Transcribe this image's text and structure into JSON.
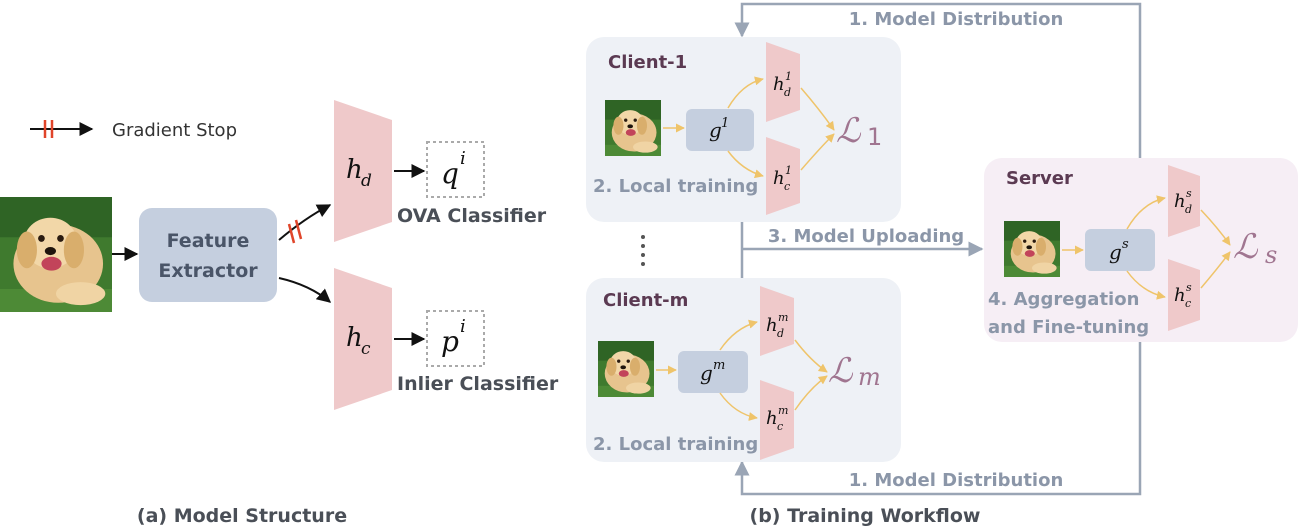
{
  "legend": {
    "gradient_stop": "Gradient Stop"
  },
  "model_structure": {
    "feature_extractor": [
      "Feature",
      "Extractor"
    ],
    "heads": {
      "hd": {
        "base": "h",
        "sub": "d"
      },
      "hc": {
        "base": "h",
        "sub": "c"
      }
    },
    "outputs": {
      "q": {
        "base": "q",
        "sup": "i"
      },
      "p": {
        "base": "p",
        "sup": "i"
      }
    },
    "ova_label": "OVA Classifier",
    "inlier_label": "Inlier Classifier",
    "caption": "(a) Model Structure"
  },
  "workflow": {
    "model_distribution": "1. Model Distribution",
    "model_uploading": "3. Model Uploading",
    "local_training": "2. Local training",
    "aggregation": [
      "4. Aggregation",
      "and Fine-tuning"
    ],
    "caption": "(b) Training Workflow",
    "client1": {
      "title": "Client-1",
      "g": {
        "base": "g",
        "sup": "1"
      },
      "hd": {
        "base": "h",
        "sup": "1",
        "sub": "d"
      },
      "hc": {
        "base": "h",
        "sup": "1",
        "sub": "c"
      },
      "loss": {
        "base": "ℒ",
        "sub": "1"
      }
    },
    "clientm": {
      "title": "Client-m",
      "g": {
        "base": "g",
        "sup": "m"
      },
      "hd": {
        "base": "h",
        "sup": "m",
        "sub": "d"
      },
      "hc": {
        "base": "h",
        "sup": "m",
        "sub": "c"
      },
      "loss": {
        "base": "ℒ",
        "sub": "m"
      }
    },
    "server": {
      "title": "Server",
      "g": {
        "base": "g",
        "sup": "s"
      },
      "hd": {
        "base": "h",
        "sup": "s",
        "sub": "d"
      },
      "hc": {
        "base": "h",
        "sup": "s",
        "sub": "c"
      },
      "loss": {
        "base": "ℒ",
        "sub": "s"
      }
    }
  },
  "colors": {
    "head_fill": "#efc9ca",
    "extractor_fill": "#c5cfdf",
    "client_box": "#eef1f6",
    "server_box": "#f6eef5",
    "gray_text": "#8b96a8",
    "yellow_arrow": "#efc46a",
    "gradient_stop": "#e0452a"
  }
}
